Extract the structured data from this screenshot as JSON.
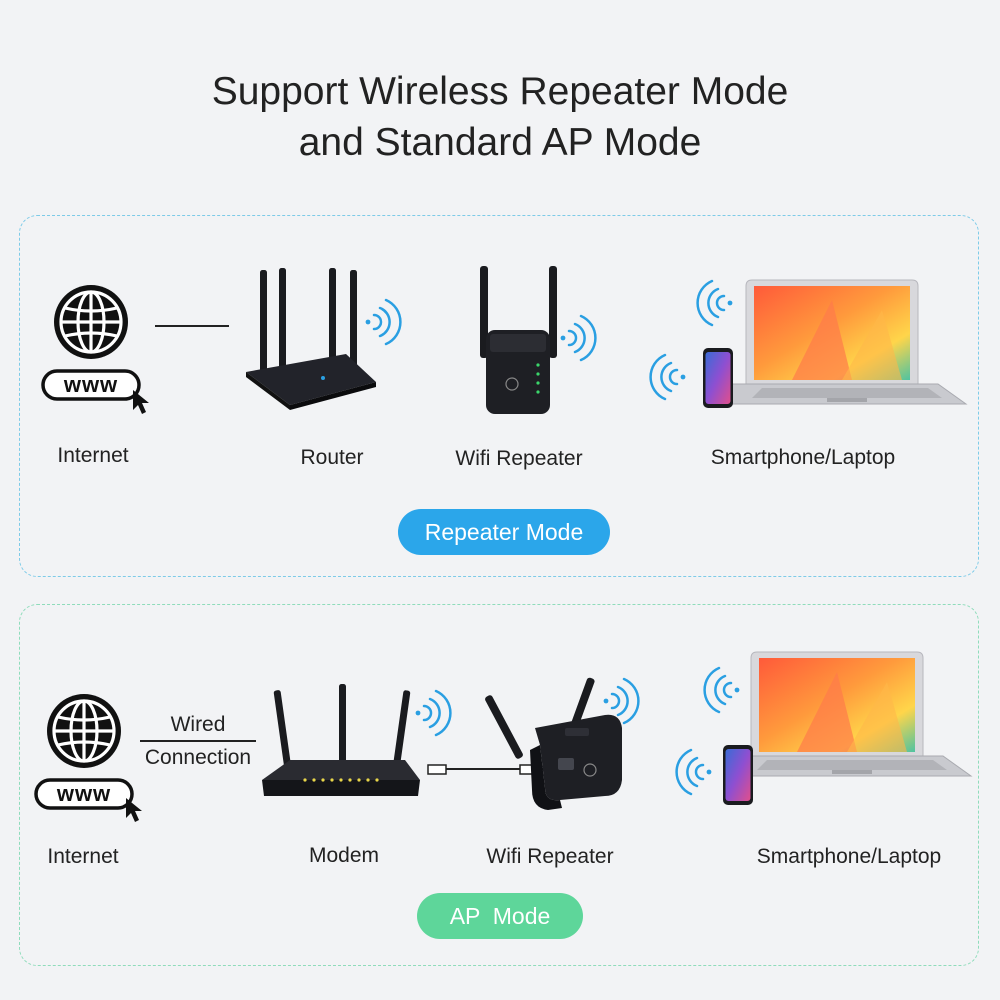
{
  "title": {
    "line1": "Support Wireless Repeater Mode",
    "line2": "and Standard AP Mode"
  },
  "repeater_mode": {
    "mode_label": "Repeater Mode",
    "accent_color": "#2ba6ea",
    "www_text": "www",
    "internet_label": "Internet",
    "router_label": "Router",
    "repeater_label": "Wifi Repeater",
    "devices_label": "Smartphone/Laptop",
    "icons": [
      "globe-icon",
      "cursor-icon",
      "router-icon",
      "wifi-repeater-icon",
      "smartphone-icon",
      "laptop-icon",
      "wifi-waves-icon"
    ]
  },
  "ap_mode": {
    "mode_label": "AP  Mode",
    "accent_color": "#5ed69a",
    "www_text": "www",
    "wired_line1": "Wired",
    "wired_line2": "Connection",
    "internet_label": "Internet",
    "modem_label": "Modem",
    "repeater_label": "Wifi Repeater",
    "devices_label": "Smartphone/Laptop",
    "icons": [
      "globe-icon",
      "cursor-icon",
      "modem-icon",
      "ethernet-cable-icon",
      "wifi-repeater-icon",
      "smartphone-icon",
      "laptop-icon",
      "wifi-waves-icon"
    ]
  },
  "colors": {
    "wifi_wave": "#2a9fe2",
    "device_dark": "#1a1b1f"
  }
}
